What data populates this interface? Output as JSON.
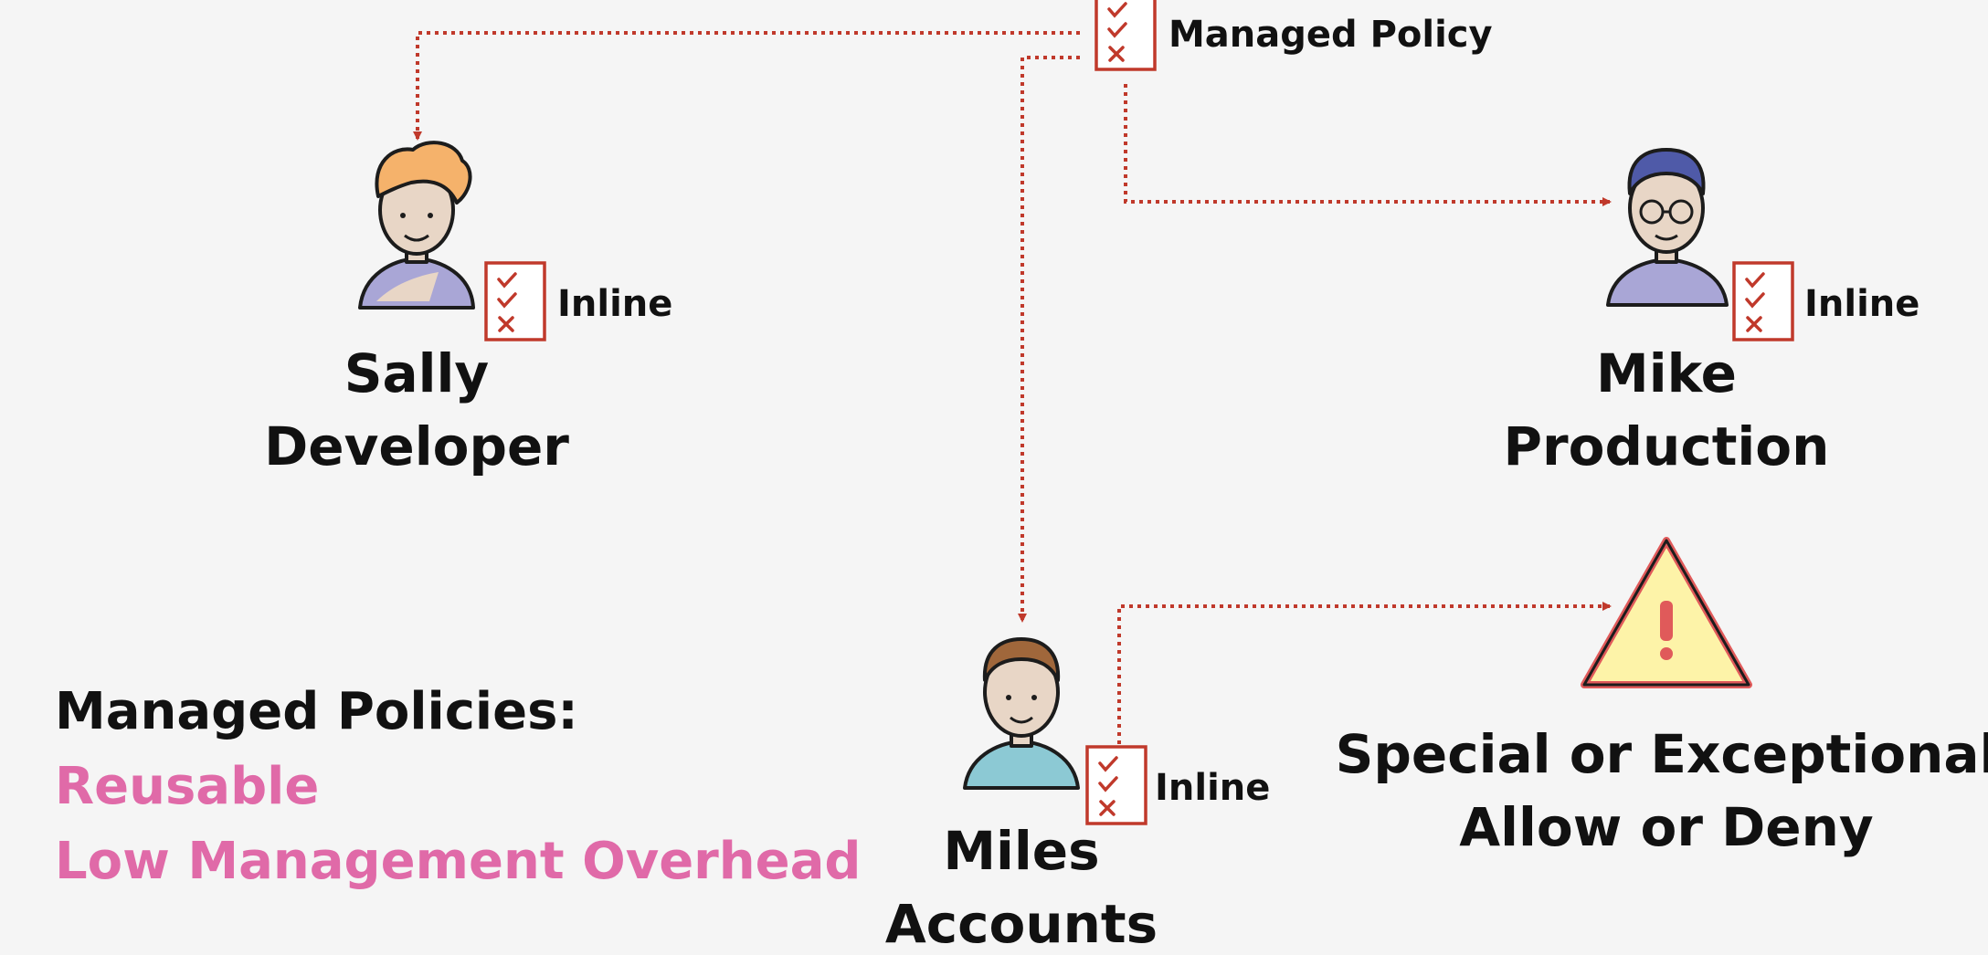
{
  "managed_policy": {
    "label": "Managed Policy"
  },
  "users": [
    {
      "first_name": "Sally",
      "last_name": "Developer",
      "policy_label": "Inline"
    },
    {
      "first_name": "Mike",
      "last_name": "Production",
      "policy_label": "Inline"
    },
    {
      "first_name": "Miles",
      "last_name": "Accounts",
      "policy_label": "Inline"
    }
  ],
  "exception": {
    "line1": "Special or Exceptional",
    "line2": "Allow or Deny"
  },
  "summary": {
    "heading": "Managed Policies:",
    "point1": "Reusable",
    "point2": "Low Management Overhead"
  },
  "colors": {
    "background": "#f5f5f5",
    "arrow": "#c0392b",
    "policy_icon": "#c0392b",
    "accent_pink": "#e06aa8",
    "warning_fill": "#fdf3a8",
    "warning_border": "#e05a5a"
  }
}
